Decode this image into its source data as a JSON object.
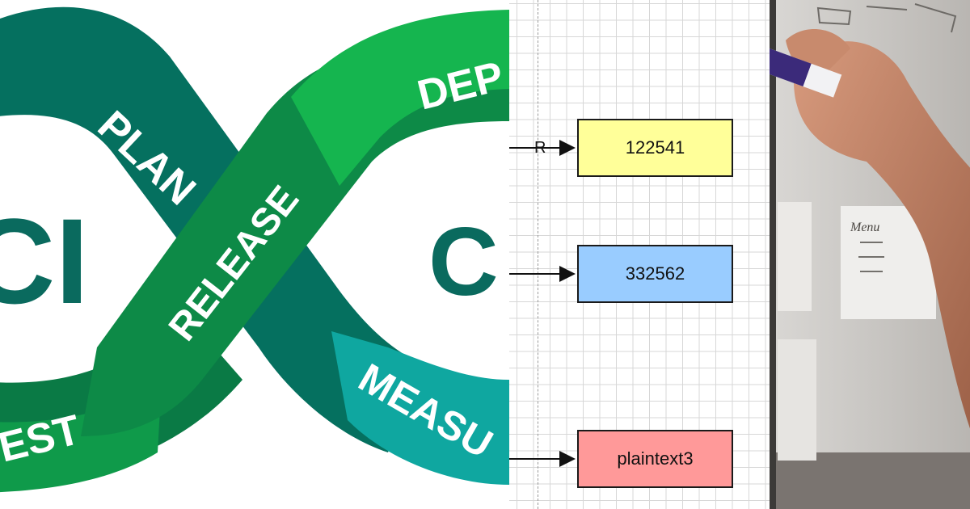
{
  "cicd_graphic": {
    "left_letters": "CI",
    "right_letters": "C",
    "stages": {
      "plan": "PLAN",
      "release": "RELEASE",
      "deploy": "DEP",
      "test": "EST",
      "measure": "MEASU"
    },
    "colors": {
      "dark_teal": "#05705f",
      "green": "#0f9a4a",
      "bright_green": "#15b54f",
      "teal": "#0fa7a0",
      "letters": "#0a6a5e"
    }
  },
  "diagram_editor": {
    "edge_label": "R",
    "nodes": [
      {
        "label": "122541",
        "fill": "#ffff99"
      },
      {
        "label": "332562",
        "fill": "#99ccff"
      },
      {
        "label": "plaintext3",
        "fill": "#ff9999"
      }
    ]
  },
  "photo": {
    "note_text": "Menu"
  }
}
